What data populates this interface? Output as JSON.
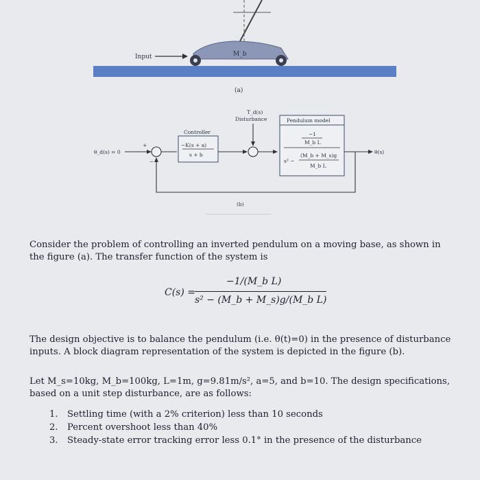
{
  "figure_a": {
    "input_label": "Input",
    "cart_mass_label": "M_b",
    "caption": "(a)"
  },
  "figure_b": {
    "input_label": "θ_d(s) = 0",
    "disturbance_label": "T_d(s)",
    "disturbance_word": "Disturbance",
    "controller_title": "Controller",
    "controller_num": "−K(s + a)",
    "controller_den": "s + b",
    "model_title": "Pendulum model",
    "model_num": "−1",
    "model_num_den": "M_b L",
    "model_den_prefix": "s² −",
    "model_den_frac_num": "(M_b + M_s)g",
    "model_den_frac_den": "M_b L",
    "output_label": "θ(s)",
    "caption": "(b)"
  },
  "text": {
    "para1": "Consider the problem of controlling an inverted pendulum on a moving base, as shown in the figure (a). The transfer function of the system is",
    "eq_lhs": "C(s) =",
    "eq_num": "−1/(M_b L)",
    "eq_den": "s² − (M_b + M_s)g/(M_b L)",
    "para2": "The design objective is to balance the pendulum (i.e. θ(t)=0) in the presence of disturbance inputs. A block diagram representation of the system is depicted in the figure (b).",
    "para3": "Let M_s=10kg, M_b=100kg, L=1m, g=9.81m/s², a=5, and b=10. The design specifications, based on a unit step disturbance, are as follows:",
    "specs": [
      {
        "n": "1.",
        "t": "Settling time (with a 2% criterion) less than 10 seconds"
      },
      {
        "n": "2.",
        "t": "Percent overshoot less than 40%"
      },
      {
        "n": "3.",
        "t": "Steady-state error tracking error less 0.1° in the presence of the disturbance"
      }
    ]
  },
  "colors": {
    "track": "#5a7fc4",
    "cart": "#8c97b8",
    "wheel": "#3a3f4f",
    "block_border": "#3c4a6e"
  }
}
